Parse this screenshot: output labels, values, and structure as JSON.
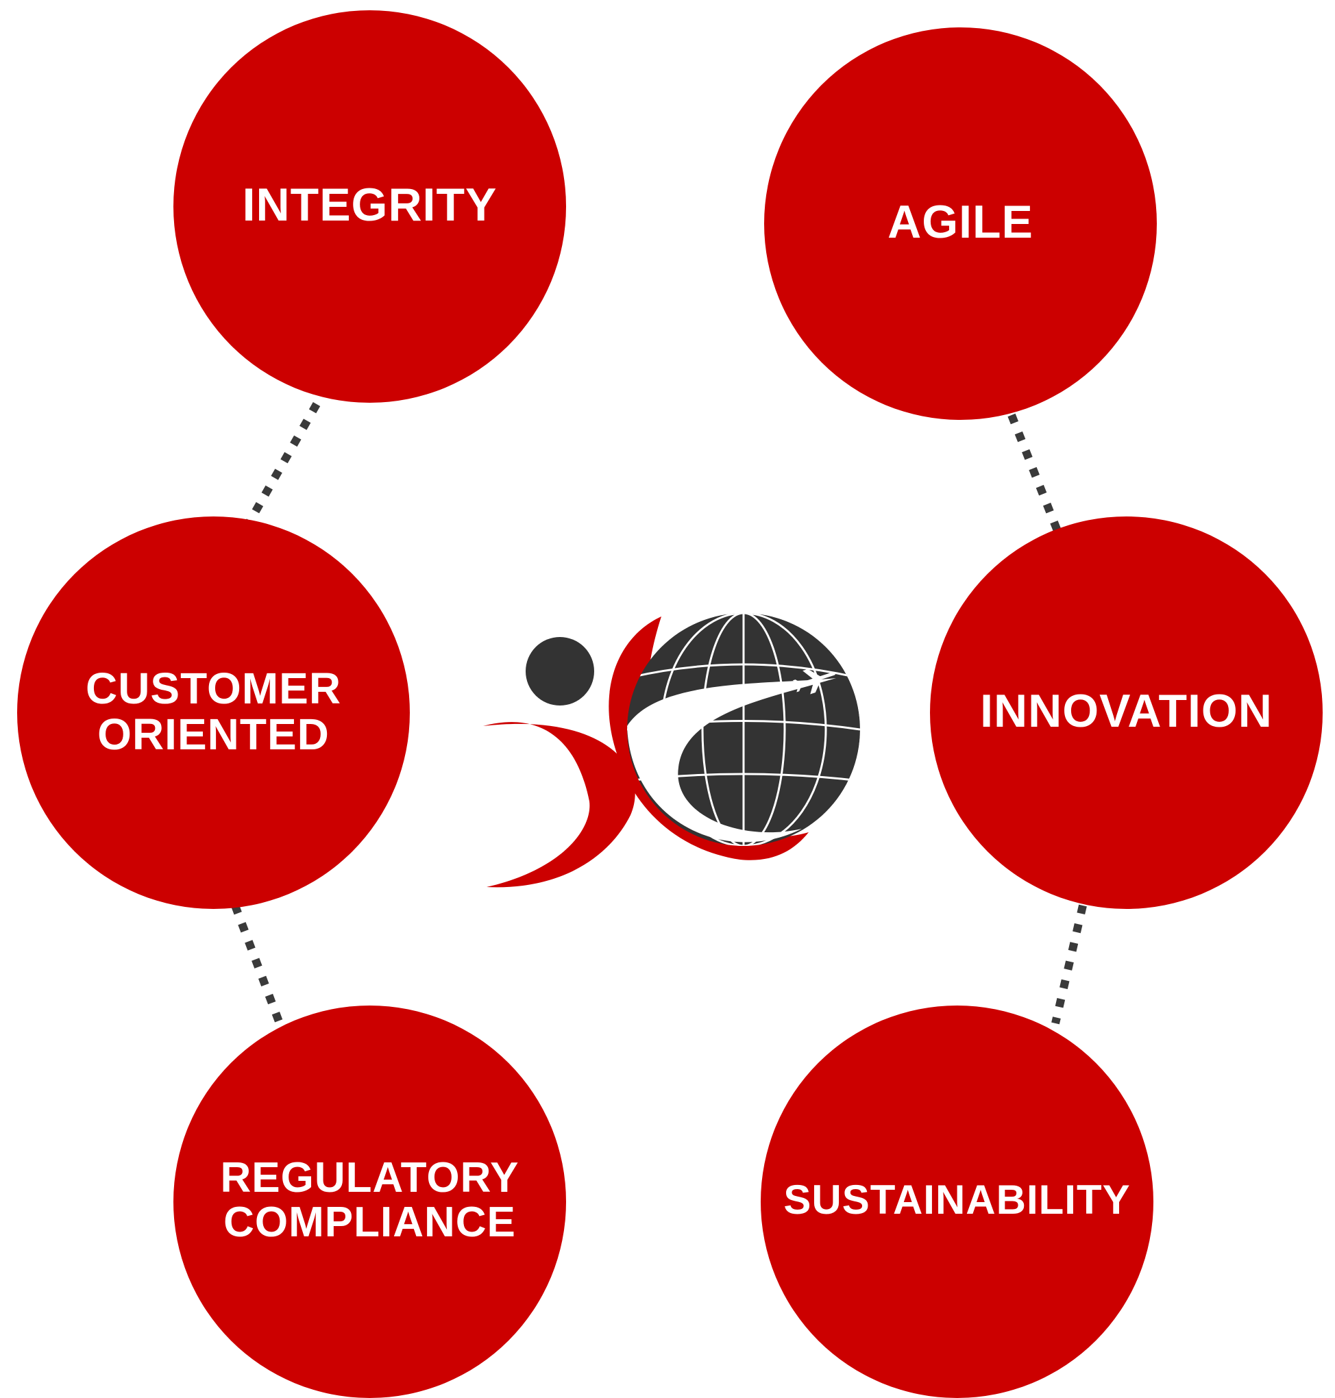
{
  "colors": {
    "circle_fill": "#cc0000",
    "circle_text": "#ffffff",
    "connector": "#3a3a3a",
    "logo_dark": "#333333",
    "logo_red": "#cc0000"
  },
  "values": [
    {
      "id": "integrity",
      "label": "INTEGRITY"
    },
    {
      "id": "agile",
      "label": "AGILE"
    },
    {
      "id": "customer-oriented",
      "label": "CUSTOMER\nORIENTED"
    },
    {
      "id": "innovation",
      "label": "INNOVATION"
    },
    {
      "id": "regulatory-compliance",
      "label": "REGULATORY\nCOMPLIANCE"
    },
    {
      "id": "sustainability",
      "label": "SUSTAINABILITY"
    }
  ],
  "logo": {
    "icon": "globe-with-airplane-and-figure-logo"
  }
}
